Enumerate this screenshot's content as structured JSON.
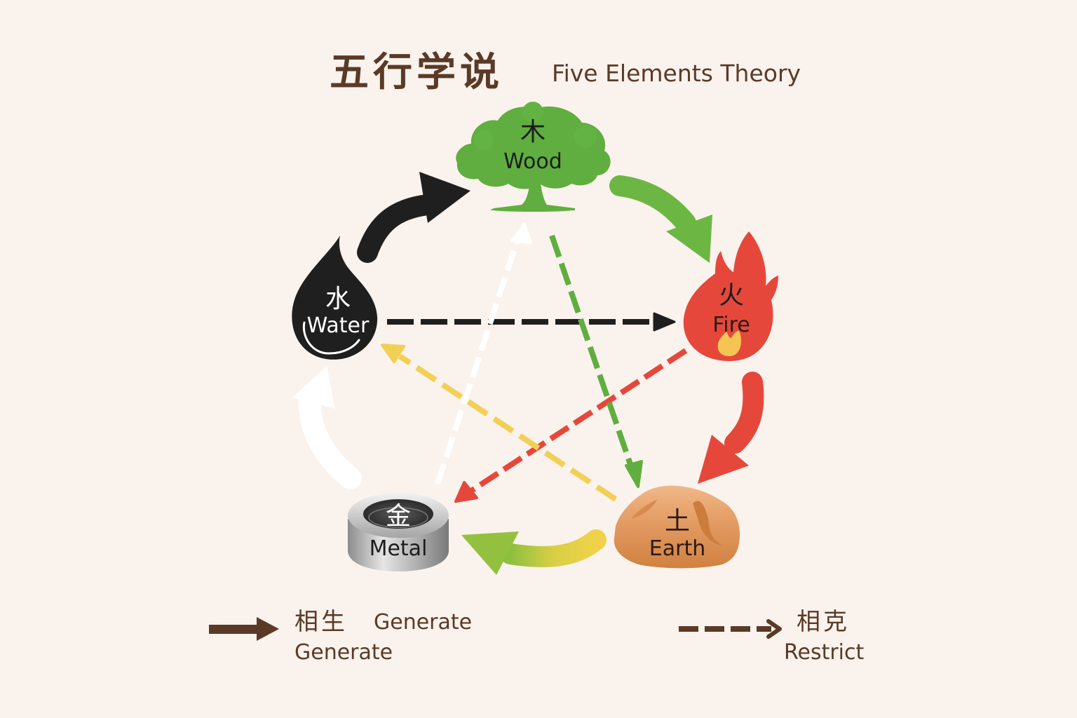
{
  "title": {
    "zh": "五行学说",
    "en": "Five Elements Theory"
  },
  "elements": {
    "wood": {
      "zh": "木",
      "en": "Wood",
      "icon": "tree-icon",
      "color": "#5fae3f"
    },
    "fire": {
      "zh": "火",
      "en": "Fire",
      "icon": "flame-icon",
      "color": "#e5483b"
    },
    "earth": {
      "zh": "土",
      "en": "Earth",
      "icon": "rock-icon",
      "color": "#d98a4f"
    },
    "metal": {
      "zh": "金",
      "en": "Metal",
      "icon": "metal-ring-icon",
      "color": "#a9a9a9"
    },
    "water": {
      "zh": "水",
      "en": "Water",
      "icon": "water-drop-icon",
      "color": "#1f1f1f"
    }
  },
  "generate_cycle": [
    {
      "from": "Water",
      "to": "Wood",
      "color": "#1f1f1f"
    },
    {
      "from": "Wood",
      "to": "Fire",
      "color": "#6cb744"
    },
    {
      "from": "Fire",
      "to": "Earth",
      "color": "#e5483b"
    },
    {
      "from": "Earth",
      "to": "Metal",
      "color": "#e8cf45"
    },
    {
      "from": "Metal",
      "to": "Water",
      "color": "#ffffff"
    }
  ],
  "restrict_cycle": [
    {
      "from": "Water",
      "to": "Fire",
      "color": "#1f1f1f"
    },
    {
      "from": "Fire",
      "to": "Metal",
      "color": "#e5483b"
    },
    {
      "from": "Metal",
      "to": "Wood",
      "color": "#ffffff"
    },
    {
      "from": "Wood",
      "to": "Earth",
      "color": "#5fae3f"
    },
    {
      "from": "Earth",
      "to": "Water",
      "color": "#f2cf55"
    }
  ],
  "legend": {
    "generate": {
      "zh": "相生",
      "en_inline": "Generate",
      "en": "Generate"
    },
    "restrict": {
      "zh": "相克",
      "en": "Restrict"
    }
  }
}
